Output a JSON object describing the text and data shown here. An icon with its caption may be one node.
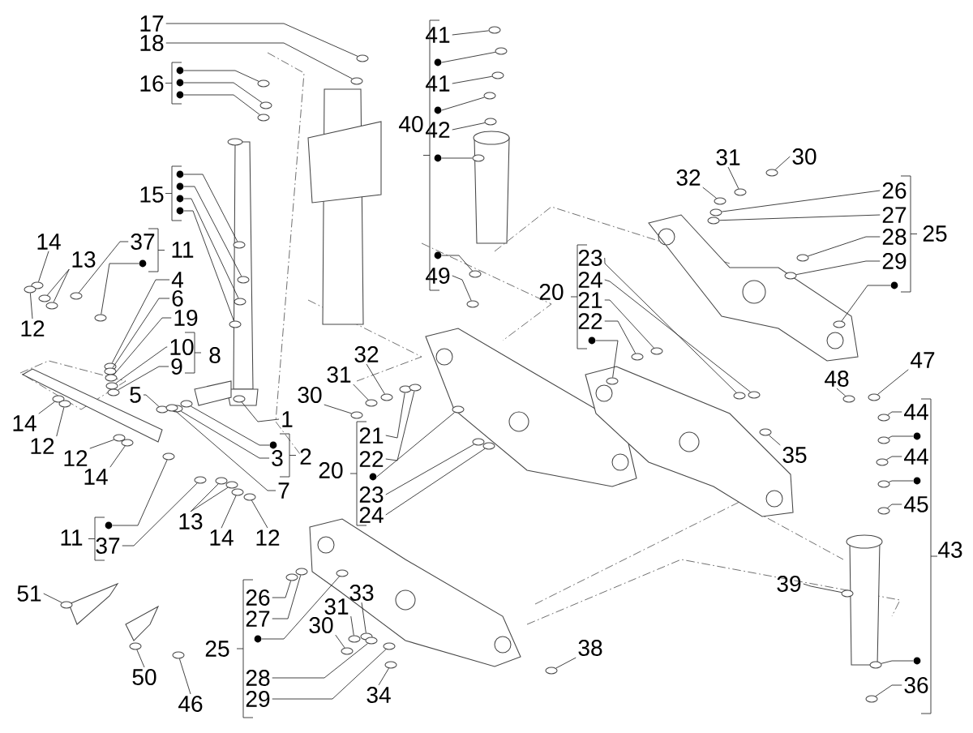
{
  "diagram": {
    "nodes": [
      {
        "text": [
          "17"
        ]
      },
      {
        "text": [
          "18"
        ]
      },
      {
        "text": [],
        "shape": "circle"
      },
      {
        "text": [],
        "shape": "circle"
      },
      {
        "text": [],
        "shape": "circle"
      },
      {
        "text": [
          "41"
        ]
      },
      {
        "text": [],
        "shape": "circle"
      },
      {
        "text": [
          "41"
        ]
      },
      {
        "text": [],
        "shape": "circle"
      },
      {
        "text": [
          "42"
        ]
      },
      {
        "text": [],
        "shape": "circle"
      },
      {
        "text": [
          "31"
        ]
      },
      {
        "text": [
          "30"
        ]
      },
      {
        "text": [
          "32"
        ]
      },
      {
        "text": [
          "26"
        ]
      },
      {
        "text": [
          "27"
        ]
      },
      {
        "text": [],
        "shape": "circle"
      },
      {
        "text": [],
        "shape": "circle"
      },
      {
        "text": [],
        "shape": "circle"
      },
      {
        "text": [],
        "shape": "circle"
      },
      {
        "text": [
          "28"
        ]
      },
      {
        "text": [
          "29"
        ]
      },
      {
        "text": [
          "14"
        ]
      },
      {
        "text": [
          "13"
        ]
      },
      {
        "text": [
          "37"
        ]
      },
      {
        "text": [],
        "shape": "circle"
      },
      {
        "text": [],
        "shape": "circle"
      },
      {
        "text": [
          "49"
        ]
      },
      {
        "text": [
          "23"
        ]
      },
      {
        "text": [
          "24"
        ]
      },
      {
        "text": [],
        "shape": "circle"
      },
      {
        "text": [
          "21"
        ]
      },
      {
        "text": [
          "22"
        ]
      },
      {
        "text": [
          "4"
        ]
      },
      {
        "text": [
          "6"
        ]
      },
      {
        "text": [
          "19"
        ]
      },
      {
        "text": [
          "12"
        ]
      },
      {
        "text": [],
        "shape": "circle"
      },
      {
        "text": [
          "10"
        ]
      },
      {
        "text": [
          "47"
        ]
      },
      {
        "text": [
          "9"
        ]
      },
      {
        "text": [
          "32"
        ]
      },
      {
        "text": [
          "31"
        ]
      },
      {
        "text": [
          "48"
        ]
      },
      {
        "text": [
          "30"
        ]
      },
      {
        "text": [
          "5"
        ]
      },
      {
        "text": [
          "44"
        ]
      },
      {
        "text": [
          "1"
        ]
      },
      {
        "text": [
          "14"
        ]
      },
      {
        "text": [
          "21"
        ]
      },
      {
        "text": [
          "12"
        ]
      },
      {
        "text": [],
        "shape": "circle"
      },
      {
        "text": [],
        "shape": "circle"
      },
      {
        "text": [
          "3"
        ]
      },
      {
        "text": [
          "12"
        ]
      },
      {
        "text": [
          "22"
        ]
      },
      {
        "text": [
          "44"
        ]
      },
      {
        "text": [
          "35"
        ]
      },
      {
        "text": [
          "14"
        ]
      },
      {
        "text": [],
        "shape": "circle"
      },
      {
        "text": [
          "45"
        ]
      },
      {
        "text": [],
        "shape": "circle"
      },
      {
        "text": [
          "7"
        ]
      },
      {
        "text": [
          "23"
        ]
      },
      {
        "text": [
          "24"
        ]
      },
      {
        "text": [
          "13"
        ]
      },
      {
        "text": [],
        "shape": "circle"
      },
      {
        "text": [
          "14"
        ]
      },
      {
        "text": [
          "12"
        ]
      },
      {
        "text": [
          "37"
        ]
      },
      {
        "text": [
          "39"
        ]
      },
      {
        "text": [
          "51"
        ]
      },
      {
        "text": [
          "26"
        ]
      },
      {
        "text": [
          "33"
        ]
      },
      {
        "text": [
          "31"
        ]
      },
      {
        "text": [
          "27"
        ]
      },
      {
        "text": [],
        "shape": "circle"
      },
      {
        "text": [
          "38"
        ]
      },
      {
        "text": [],
        "shape": "circle"
      },
      {
        "text": [
          "50"
        ]
      },
      {
        "text": [
          "28"
        ]
      },
      {
        "text": [
          "34"
        ]
      },
      {
        "text": [
          "36"
        ]
      },
      {
        "text": [
          "29"
        ]
      },
      {
        "text": [
          "46"
        ]
      },
      {
        "text": [
          "30"
        ]
      },
      {
        "text": [],
        "shape": "circle"
      },
      {
        "text": [],
        "shape": "circle"
      },
      {
        "text": [],
        "shape": "circle"
      },
      {
        "text": [],
        "shape": "circle"
      },
      {
        "text": [],
        "shape": "circle"
      },
      {
        "text": [],
        "shape": "circle"
      },
      {
        "text": [],
        "shape": "circle"
      },
      {
        "text": [],
        "shape": "circle"
      },
      {
        "text": [],
        "shape": "circle"
      },
      {
        "text": [],
        "shape": "circle"
      },
      {
        "text": [],
        "shape": "circle"
      },
      {
        "text": [],
        "shape": "circle"
      },
      {
        "text": [],
        "shape": "circle"
      },
      {
        "text": [],
        "shape": "circle"
      },
      {
        "text": [],
        "shape": "circle"
      },
      {
        "text": [],
        "shape": "circle"
      },
      {
        "text": [],
        "shape": "circle"
      },
      {
        "text": [],
        "shape": "circle"
      },
      {
        "text": [],
        "shape": "circle"
      },
      {
        "text": [],
        "shape": "circle"
      },
      {
        "text": [],
        "shape": "circle"
      },
      {
        "text": [],
        "shape": "circle"
      },
      {
        "text": [],
        "shape": "circle"
      },
      {
        "text": [],
        "shape": "circle"
      },
      {
        "text": [],
        "shape": "circle"
      },
      {
        "text": [],
        "shape": "circle"
      },
      {
        "text": [],
        "shape": "circle"
      },
      {
        "text": [],
        "shape": "circle"
      },
      {
        "text": [],
        "shape": "circle"
      },
      {
        "text": [],
        "shape": "circle"
      },
      {
        "text": [],
        "shape": "circle"
      },
      {
        "text": [],
        "shape": "circle"
      },
      {
        "text": [],
        "shape": "circle"
      },
      {
        "text": [],
        "shape": "circle"
      },
      {
        "text": [],
        "shape": "circle"
      },
      {
        "text": [],
        "shape": "circle"
      },
      {
        "text": [],
        "shape": "circle"
      },
      {
        "text": [],
        "shape": "circle"
      },
      {
        "text": [],
        "shape": "circle"
      },
      {
        "text": [],
        "shape": "circle"
      },
      {
        "text": [],
        "shape": "circle"
      },
      {
        "text": [],
        "shape": "circle"
      },
      {
        "text": [],
        "shape": "circle"
      },
      {
        "text": [],
        "shape": "circle"
      },
      {
        "text": [],
        "shape": "circle"
      },
      {
        "text": [],
        "shape": "circle"
      },
      {
        "text": [],
        "shape": "circle"
      },
      {
        "text": [],
        "shape": "circle"
      },
      {
        "text": [],
        "shape": "circle"
      },
      {
        "text": [],
        "shape": "circle"
      },
      {
        "text": [],
        "shape": "circle"
      },
      {
        "text": [],
        "shape": "circle"
      },
      {
        "text": [],
        "shape": "circle"
      },
      {
        "text": [],
        "shape": "circle"
      },
      {
        "text": [],
        "shape": "circle"
      },
      {
        "text": [],
        "shape": "circle"
      },
      {
        "text": [],
        "shape": "circle"
      },
      {
        "text": [],
        "shape": "circle"
      },
      {
        "text": [],
        "shape": "circle"
      },
      {
        "text": [],
        "shape": "circle"
      },
      {
        "text": [],
        "shape": "circle"
      },
      {
        "text": [],
        "shape": "circle"
      },
      {
        "text": [],
        "shape": "circle"
      },
      {
        "text": [],
        "shape": "circle"
      },
      {
        "text": [],
        "shape": "circle"
      },
      {
        "text": [],
        "shape": "circle"
      },
      {
        "text": [],
        "shape": "circle"
      },
      {
        "text": [],
        "shape": "circle"
      },
      {
        "text": [],
        "shape": "circle"
      },
      {
        "text": [],
        "shape": "circle"
      },
      {
        "text": [],
        "shape": "circle"
      },
      {
        "text": [],
        "shape": "circle"
      },
      {
        "text": [],
        "shape": "circle"
      },
      {
        "text": [],
        "shape": "circle"
      },
      {
        "text": [],
        "shape": "circle"
      },
      {
        "text": [],
        "shape": "circle"
      },
      {
        "text": [],
        "shape": "circle"
      },
      {
        "text": [],
        "shape": "circle"
      },
      {
        "text": [],
        "shape": "circle"
      },
      {
        "text": [],
        "shape": "circle"
      },
      {
        "text": [],
        "shape": "circle"
      },
      {
        "text": [],
        "shape": "circle"
      },
      {
        "text": [],
        "shape": "circle"
      },
      {
        "text": [],
        "shape": "circle"
      },
      {
        "text": [],
        "shape": "circle"
      },
      {
        "text": [],
        "shape": "circle"
      },
      {
        "text": [],
        "shape": "circle"
      },
      {
        "text": [],
        "shape": "circle"
      }
    ],
    "edges": [
      {
        "from": 0,
        "to": 86,
        "arrow": "none"
      },
      {
        "from": 1,
        "to": 87,
        "arrow": "none"
      },
      {
        "from": 2,
        "to": 88,
        "arrow": "none"
      },
      {
        "from": 3,
        "to": 89,
        "arrow": "none"
      },
      {
        "from": 4,
        "to": 90,
        "arrow": "none"
      },
      {
        "from": 5,
        "to": 91,
        "arrow": "none"
      },
      {
        "from": 6,
        "to": 92,
        "arrow": "none"
      },
      {
        "from": 7,
        "to": 93,
        "arrow": "none"
      },
      {
        "from": 8,
        "to": 94,
        "arrow": "none"
      },
      {
        "from": 9,
        "to": 95,
        "arrow": "none"
      },
      {
        "from": 10,
        "to": 96,
        "arrow": "none"
      },
      {
        "from": 11,
        "to": 97,
        "arrow": "none"
      },
      {
        "from": 12,
        "to": 98,
        "arrow": "none"
      },
      {
        "from": 13,
        "to": 99,
        "arrow": "none"
      },
      {
        "from": 14,
        "to": 100,
        "arrow": "none"
      },
      {
        "from": 15,
        "to": 101,
        "arrow": "none"
      },
      {
        "from": 16,
        "to": 102,
        "arrow": "none"
      },
      {
        "from": 17,
        "to": 103,
        "arrow": "none"
      },
      {
        "from": 18,
        "to": 104,
        "arrow": "none"
      },
      {
        "from": 19,
        "to": 105,
        "arrow": "none"
      },
      {
        "from": 20,
        "to": 106,
        "arrow": "none"
      },
      {
        "from": 21,
        "to": 107,
        "arrow": "none"
      },
      {
        "from": 22,
        "to": 108,
        "arrow": "none"
      },
      {
        "from": 23,
        "to": 109,
        "arrow": "none"
      },
      {
        "from": 23,
        "to": 110,
        "arrow": "none"
      },
      {
        "from": 24,
        "to": 111,
        "arrow": "none"
      },
      {
        "from": 25,
        "to": 112,
        "arrow": "none"
      },
      {
        "from": 26,
        "to": 113,
        "arrow": "none"
      },
      {
        "from": 27,
        "to": 114,
        "arrow": "none"
      },
      {
        "from": 28,
        "to": 115,
        "arrow": "none"
      },
      {
        "from": 29,
        "to": 116,
        "arrow": "none"
      },
      {
        "from": 30,
        "to": 117,
        "arrow": "none"
      },
      {
        "from": 31,
        "to": 118,
        "arrow": "none"
      },
      {
        "from": 32,
        "to": 119,
        "arrow": "none"
      },
      {
        "from": 33,
        "to": 120,
        "arrow": "none"
      },
      {
        "from": 34,
        "to": 121,
        "arrow": "none"
      },
      {
        "from": 35,
        "to": 122,
        "arrow": "none"
      },
      {
        "from": 36,
        "to": 123,
        "arrow": "none"
      },
      {
        "from": 37,
        "to": 124,
        "arrow": "none"
      },
      {
        "from": 38,
        "to": 125,
        "arrow": "none"
      },
      {
        "from": 39,
        "to": 126,
        "arrow": "none"
      },
      {
        "from": 40,
        "to": 127,
        "arrow": "none"
      },
      {
        "from": 41,
        "to": 128,
        "arrow": "none"
      },
      {
        "from": 42,
        "to": 129,
        "arrow": "none"
      },
      {
        "from": 43,
        "to": 130,
        "arrow": "none"
      },
      {
        "from": 44,
        "to": 131,
        "arrow": "none"
      },
      {
        "from": 45,
        "to": 132,
        "arrow": "none"
      },
      {
        "from": 46,
        "to": 133,
        "arrow": "none"
      },
      {
        "from": 47,
        "to": 134,
        "arrow": "none"
      },
      {
        "from": 48,
        "to": 135,
        "arrow": "none"
      },
      {
        "from": 49,
        "to": 136,
        "arrow": "none"
      },
      {
        "from": 50,
        "to": 137,
        "arrow": "none"
      },
      {
        "from": 51,
        "to": 138,
        "arrow": "none"
      },
      {
        "from": 52,
        "to": 139,
        "arrow": "none"
      },
      {
        "from": 53,
        "to": 140,
        "arrow": "none"
      },
      {
        "from": 54,
        "to": 141,
        "arrow": "none"
      },
      {
        "from": 55,
        "to": 142,
        "arrow": "none"
      },
      {
        "from": 56,
        "to": 143,
        "arrow": "none"
      },
      {
        "from": 57,
        "to": 144,
        "arrow": "none"
      },
      {
        "from": 58,
        "to": 145,
        "arrow": "none"
      },
      {
        "from": 59,
        "to": 146,
        "arrow": "none"
      },
      {
        "from": 60,
        "to": 147,
        "arrow": "none"
      },
      {
        "from": 61,
        "to": 148,
        "arrow": "none"
      },
      {
        "from": 62,
        "to": 149,
        "arrow": "none"
      },
      {
        "from": 63,
        "to": 150,
        "arrow": "none"
      },
      {
        "from": 64,
        "to": 151,
        "arrow": "none"
      },
      {
        "from": 65,
        "to": 152,
        "arrow": "none"
      },
      {
        "from": 65,
        "to": 153,
        "arrow": "none"
      },
      {
        "from": 66,
        "to": 154,
        "arrow": "none"
      },
      {
        "from": 67,
        "to": 155,
        "arrow": "none"
      },
      {
        "from": 68,
        "to": 156,
        "arrow": "none"
      },
      {
        "from": 69,
        "to": 157,
        "arrow": "none"
      },
      {
        "from": 70,
        "to": 158,
        "arrow": "none"
      },
      {
        "from": 71,
        "to": 159,
        "arrow": "none"
      },
      {
        "from": 72,
        "to": 160,
        "arrow": "none"
      },
      {
        "from": 73,
        "to": 161,
        "arrow": "none"
      },
      {
        "from": 74,
        "to": 162,
        "arrow": "none"
      },
      {
        "from": 75,
        "to": 163,
        "arrow": "none"
      },
      {
        "from": 76,
        "to": 164,
        "arrow": "none"
      },
      {
        "from": 77,
        "to": 165,
        "arrow": "none"
      },
      {
        "from": 78,
        "to": 166,
        "arrow": "none"
      },
      {
        "from": 79,
        "to": 167,
        "arrow": "none"
      },
      {
        "from": 80,
        "to": 168,
        "arrow": "none"
      },
      {
        "from": 81,
        "to": 169,
        "arrow": "none"
      },
      {
        "from": 82,
        "to": 170,
        "arrow": "none"
      },
      {
        "from": 83,
        "to": 171,
        "arrow": "none"
      },
      {
        "from": 84,
        "to": 172,
        "arrow": "none"
      },
      {
        "from": 85,
        "to": 173,
        "arrow": "none"
      }
    ],
    "labels": [
      "40",
      "16",
      "15",
      "11",
      "25",
      "20",
      "8",
      "2",
      "20",
      "11",
      "43",
      "25"
    ]
  }
}
